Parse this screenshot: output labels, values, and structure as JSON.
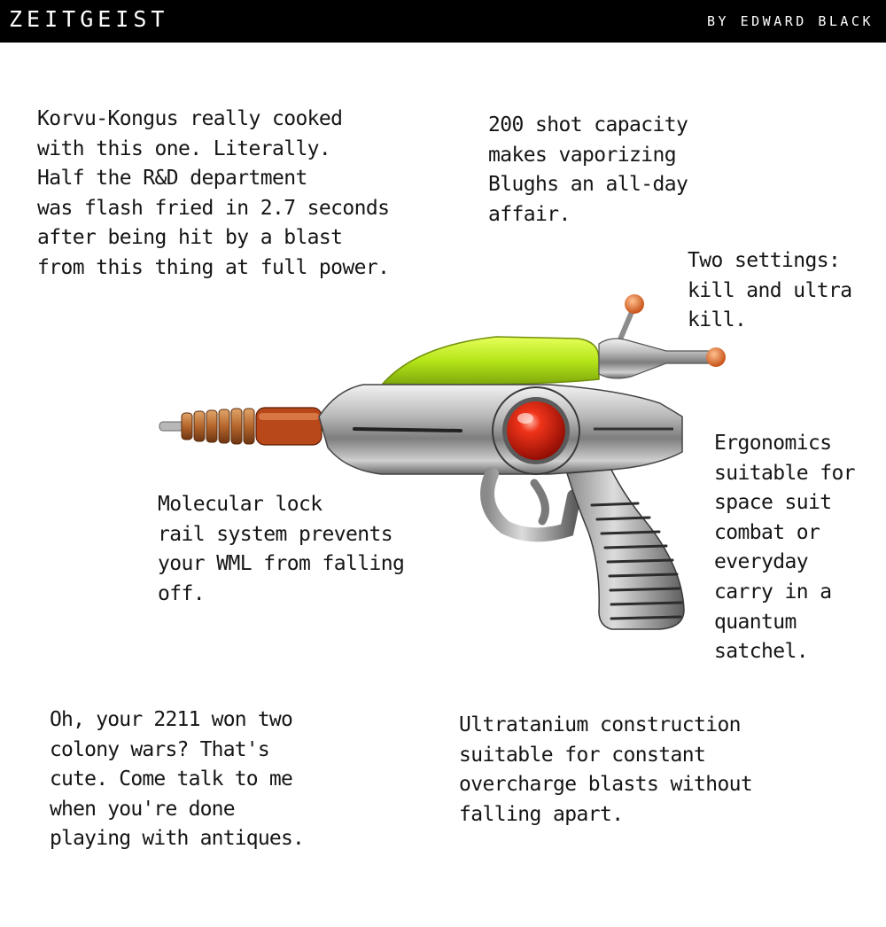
{
  "header": {
    "brand": "ZEITGEIST",
    "byline": "BY EDWARD BLACK"
  },
  "notes": [
    "Korvu-Kongus really cooked\nwith this one. Literally.\nHalf the R&D department\nwas flash fried in 2.7 seconds\nafter being hit by a blast\nfrom this thing at full power.",
    "200 shot capacity\nmakes vaporizing\nBlughs an all-day\naffair.",
    "Two settings:\nkill and ultra\nkill.",
    "Ergonomics\nsuitable for\nspace suit\ncombat or\neveryday\ncarry in a\nquantum\nsatchel.",
    "Molecular lock\nrail system prevents\nyour WML from falling\noff.",
    "Oh, your 2211 won two\ncolony wars? That's\ncute. Come talk to me\nwhen you're done\nplaying with antiques.",
    "Ultratanium construction\nsuitable for constant\novercharge blasts without\nfalling apart."
  ],
  "image": {
    "subject": "ray-gun",
    "colors": {
      "chrome": "#b7b7b7",
      "canopy": "#b6e619",
      "lens": "#d6200c",
      "copper": "#b5662c",
      "tip": "#e2661c"
    }
  }
}
